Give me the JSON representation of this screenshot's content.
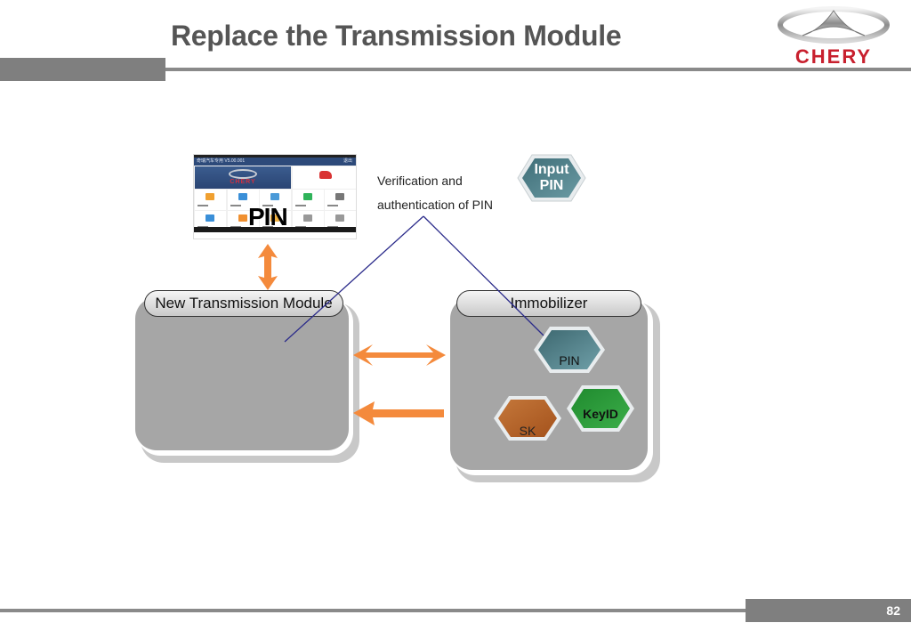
{
  "slide": {
    "title": "Replace the Transmission Module",
    "page_number": "82",
    "brand": "CHERY"
  },
  "tablet": {
    "app_title": "奇瑞汽车专用 V5.00.001",
    "top_right": "退出",
    "banner_brand": "CHERY",
    "overlay_label": "PIN",
    "tiles": [
      {
        "icon": "upload-icon",
        "color": "#f0a030"
      },
      {
        "icon": "calendar-icon",
        "color": "#3a8fd8"
      },
      {
        "icon": "monitor-icon",
        "color": "#4a9ad8"
      },
      {
        "icon": "edit-icon",
        "color": "#2fb35a"
      },
      {
        "icon": "gear-icon",
        "color": "#777777"
      },
      {
        "icon": "id-card-icon",
        "color": "#3a8fd8"
      },
      {
        "icon": "person-icon",
        "color": "#f09030"
      },
      {
        "icon": "document-icon",
        "color": "#f0b040"
      },
      {
        "icon": "toolbox-icon",
        "color": "#999999"
      },
      {
        "icon": "grid-icon",
        "color": "#999999"
      }
    ]
  },
  "annotations": {
    "verification_line1": "Verification and",
    "verification_line2": "authentication of PIN"
  },
  "input_pin": {
    "line1": "Input",
    "line2": "PIN",
    "color": "#4e7e88"
  },
  "modules": {
    "transmission": {
      "label": "New Transmission Module"
    },
    "immobilizer": {
      "label": "Immobilizer",
      "items": [
        {
          "label": "PIN",
          "color": "#4f7f88"
        },
        {
          "label": "SK",
          "color": "#b8652a"
        },
        {
          "label": "KeyID",
          "color": "#2a9a3a"
        }
      ]
    }
  },
  "colors": {
    "arrow": "#f48a3c",
    "connector_line": "#2a2a8a",
    "module_fill": "#a6a6a6",
    "title_text": "#555555",
    "header_bar": "#7f7f7f"
  }
}
